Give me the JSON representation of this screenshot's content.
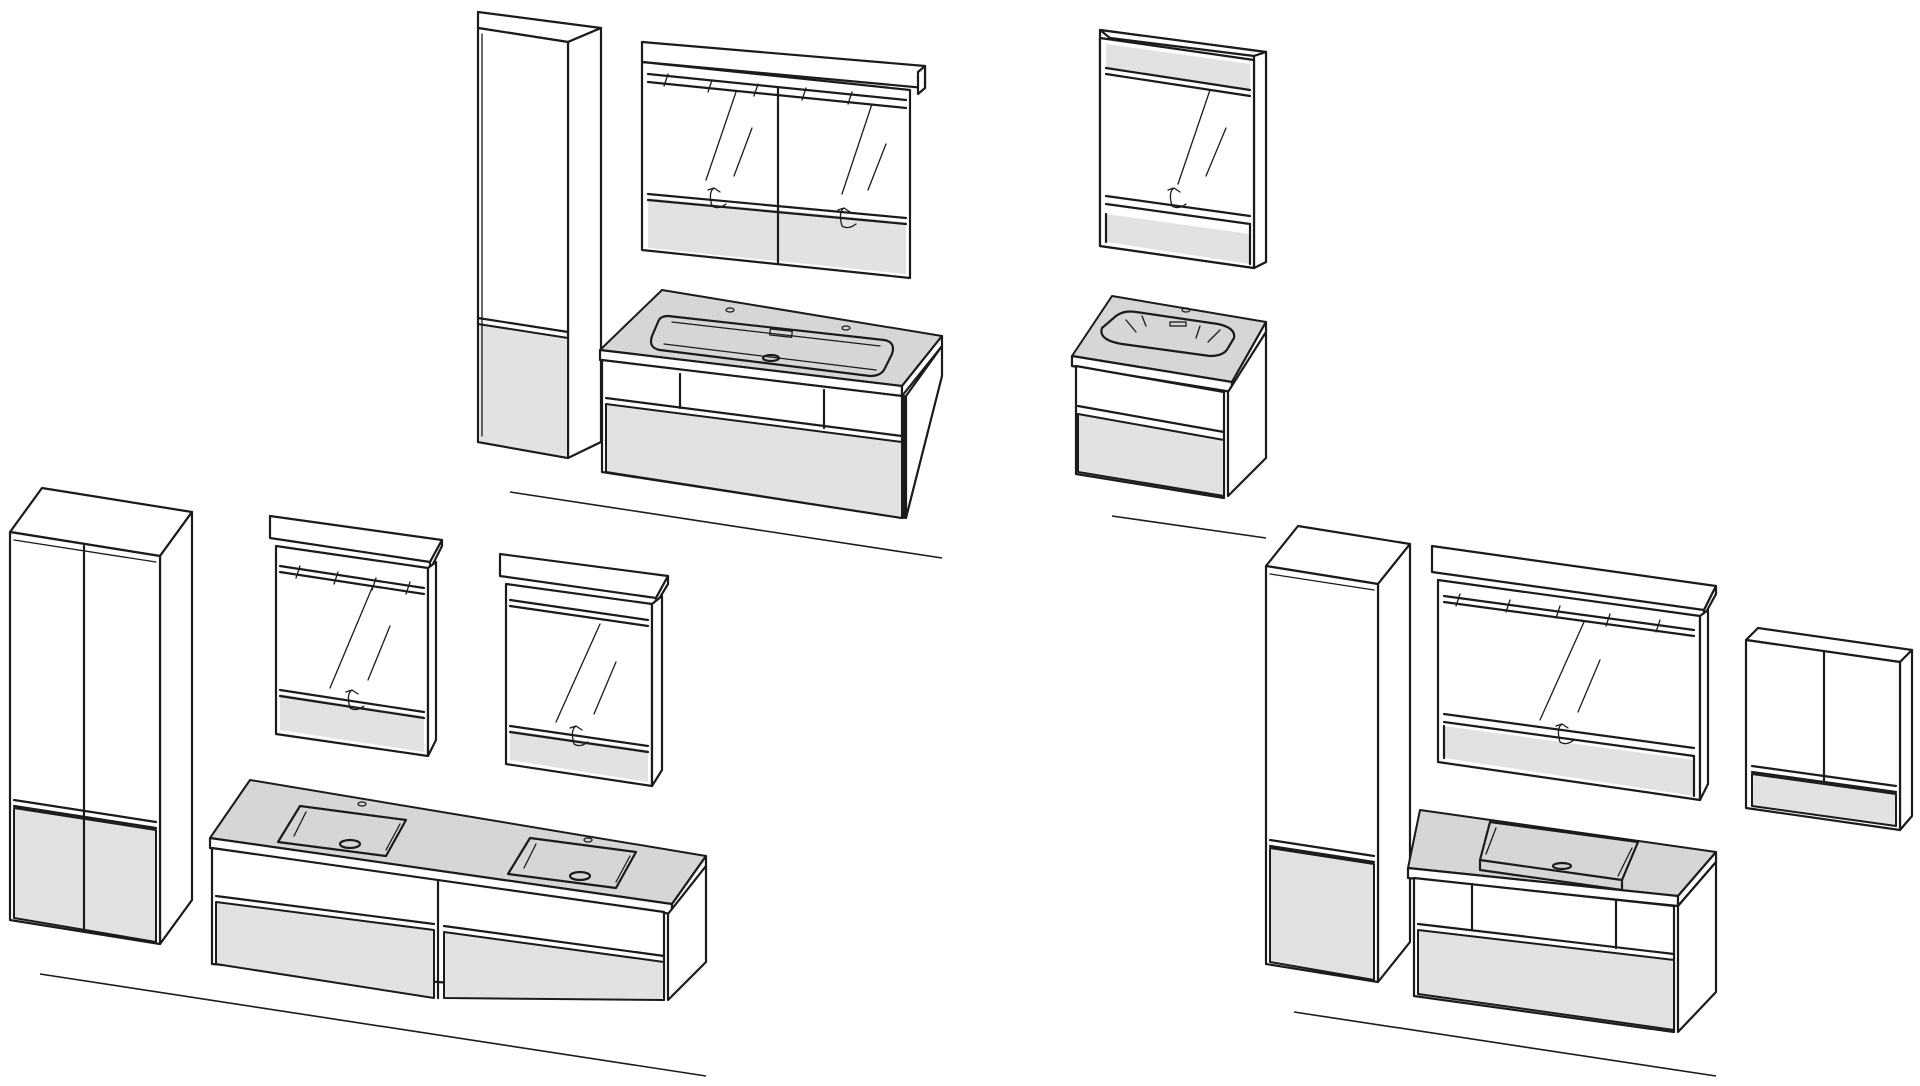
{
  "title": "",
  "colors": {
    "line": "#1b1b1b",
    "panel_white": "#ffffff",
    "panel_grey": "#e2e2e2",
    "top_grey": "#d6d6d6",
    "background": "#ffffff"
  },
  "groups": [
    {
      "id": "group-top-left",
      "items": [
        "tall-cabinet-single-door",
        "mirror-cabinet-double-door-led",
        "vanity-integrated-basin-drawer"
      ]
    },
    {
      "id": "group-top-right",
      "items": [
        "mirror-cabinet-single-door-open-shelf",
        "vanity-compact-integrated-basin"
      ]
    },
    {
      "id": "group-bottom-left",
      "items": [
        "tall-cabinet-double-door",
        "mirror-cabinet-led-small",
        "mirror-cabinet-led-small",
        "double-vanity-two-undermount-basins"
      ]
    },
    {
      "id": "group-bottom-right",
      "items": [
        "tall-cabinet-single-door",
        "mirror-cabinet-wide-led-open-shelf",
        "wall-cabinet-double-door",
        "vanity-countertop-basin-open-shelf"
      ]
    }
  ]
}
